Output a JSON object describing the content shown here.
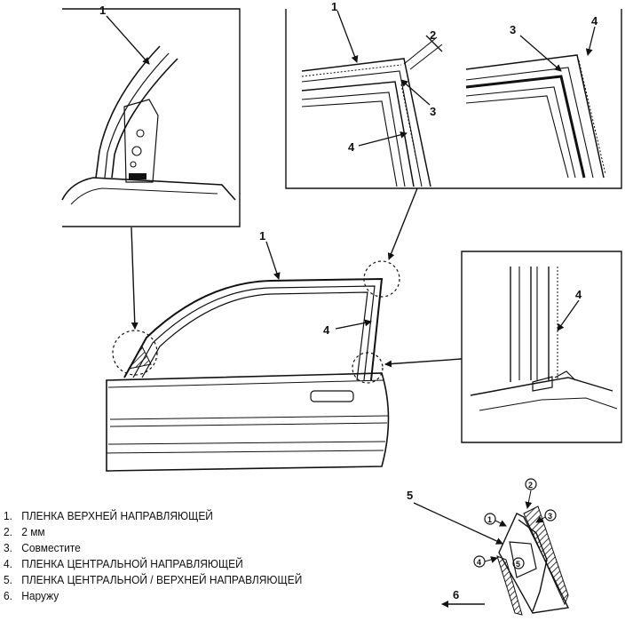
{
  "callouts": {
    "top_left": "1",
    "top_mid_1": "1",
    "top_mid_2": "2",
    "top_mid_3": "3",
    "top_mid_4": "4",
    "top_right_3": "3",
    "top_right_4": "4",
    "door_1": "1",
    "door_4": "4",
    "right_detail_4": "4",
    "section_5": "5",
    "section_6": "6"
  },
  "section_marks": [
    "1",
    "2",
    "3",
    "4",
    "5"
  ],
  "legend": [
    {
      "num": "1.",
      "text": "ПЛЕНКА ВЕРХНЕЙ НАПРАВЛЯЮЩЕЙ"
    },
    {
      "num": "2.",
      "text": "2 мм"
    },
    {
      "num": "3.",
      "text": "Совместите"
    },
    {
      "num": "4.",
      "text": "ПЛЕНКА ЦЕНТРАЛЬНОЙ НАПРАВЛЯЮЩЕЙ"
    },
    {
      "num": "5.",
      "text": "ПЛЕНКА ЦЕНТРАЛЬНОЙ / ВЕРХНЕЙ НАПРАВЛЯЮЩЕЙ"
    },
    {
      "num": "6.",
      "text": "Наружу"
    }
  ]
}
